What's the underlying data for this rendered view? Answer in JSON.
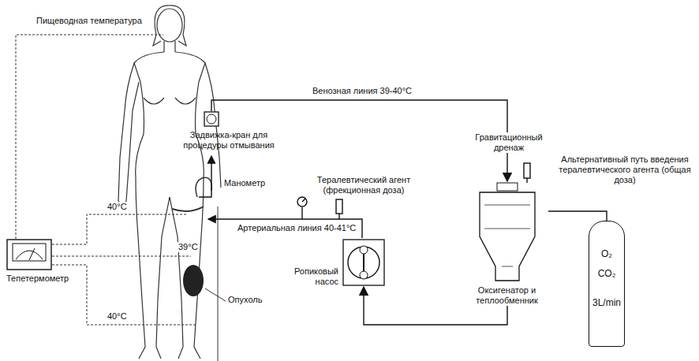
{
  "diagram": {
    "nodes": [
      {
        "text": [
          "Тепетермометр"
        ]
      },
      {
        "text": [
          "Задвижка-кран для процедуры отмывания"
        ]
      },
      {
        "text": [
          "Ропиковый насос"
        ]
      },
      {
        "text": [
          "Оксигенатор и теплообменник"
        ]
      },
      {
        "text": [
          "O₂",
          "CO₂",
          "3L/min"
        ]
      }
    ],
    "edges": [
      {
        "from": 1,
        "to": 3,
        "arrow": "to"
      },
      {
        "from": 3,
        "to": 2,
        "arrow": "to"
      },
      {
        "from": 4,
        "to": 3,
        "arrow": "none"
      }
    ],
    "labels": [
      "Пищеводная температура",
      "Венозная линия 39-40°C",
      "Гравитационный дренаж",
      "Манометр",
      "Тералевтический агент (фрекционная доза)",
      "Альтернативный путь введения тералевтического агента (общая доза)",
      "40°C",
      "39°C",
      "40°C",
      "Артериальная линия 40-41°C",
      "Опухоль"
    ]
  }
}
